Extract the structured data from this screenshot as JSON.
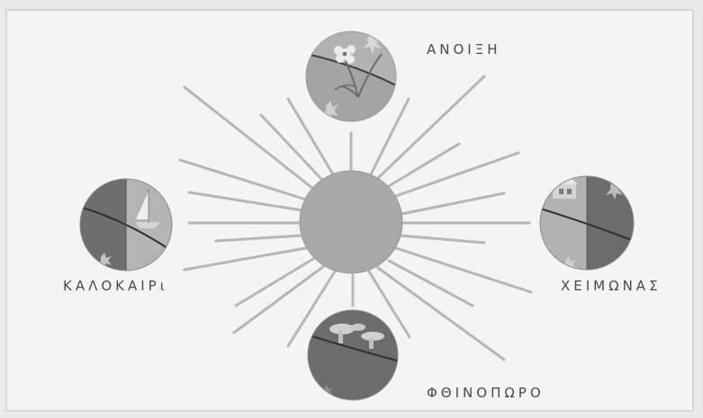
{
  "seasons": {
    "spring": "ΑΝΟΙΞΗ",
    "summer": "ΚΑΛΟΚΑΙΡι",
    "winter": "ΧΕΙΜΩΝΑΣ",
    "autumn": "ΦΘΙΝΟΠΩΡΟ"
  },
  "colors": {
    "sun": "#a8a8a8",
    "rays": "#b6b6b6",
    "globe_light": "#b4b4b4",
    "globe_dark": "#6f6f6f",
    "label": "#4a4a4a"
  }
}
